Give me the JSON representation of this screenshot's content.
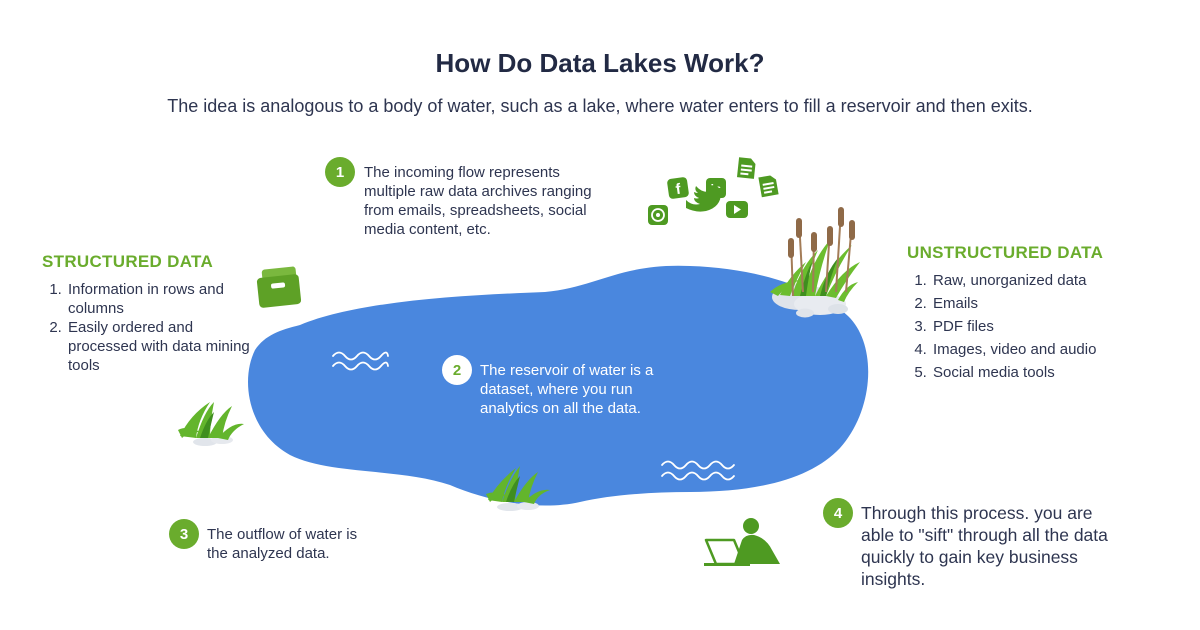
{
  "header": {
    "title": "How Do Data Lakes Work?",
    "subtitle": "The idea is analogous to a body of water, such as a lake, where water enters to fill a reservoir and then exits."
  },
  "steps": [
    {
      "number": "1",
      "text": "The incoming flow represents multiple raw data archives ranging from emails, spreadsheets, social media content, etc."
    },
    {
      "number": "2",
      "text": "The reservoir of water is a dataset, where you run analytics on all the data."
    },
    {
      "number": "3",
      "text": "The outflow of water is the analyzed data."
    },
    {
      "number": "4",
      "text": "Through this process. you are able to \"sift\" through all the data quickly to gain key business insights."
    }
  ],
  "structured": {
    "heading": "STRUCTURED DATA",
    "items": [
      "Information in rows and columns",
      "Easily ordered and processed with data mining tools"
    ]
  },
  "unstructured": {
    "heading": "UNSTRUCTURED DATA",
    "items": [
      "Raw, unorganized data",
      "Emails",
      "PDF files",
      "Images, video and audio",
      "Social media tools"
    ]
  },
  "colors": {
    "lake": "#4a87de",
    "accent": "#6aac2d",
    "grass": "#63b52c",
    "text": "#2e3550"
  },
  "icons": [
    "facebook-icon",
    "linkedin-icon",
    "document-icon",
    "whatsapp-icon",
    "twitter-icon",
    "youtube-icon",
    "file-box-icon",
    "laptop-user-icon",
    "plant-icon",
    "cattail-reeds-icon"
  ]
}
